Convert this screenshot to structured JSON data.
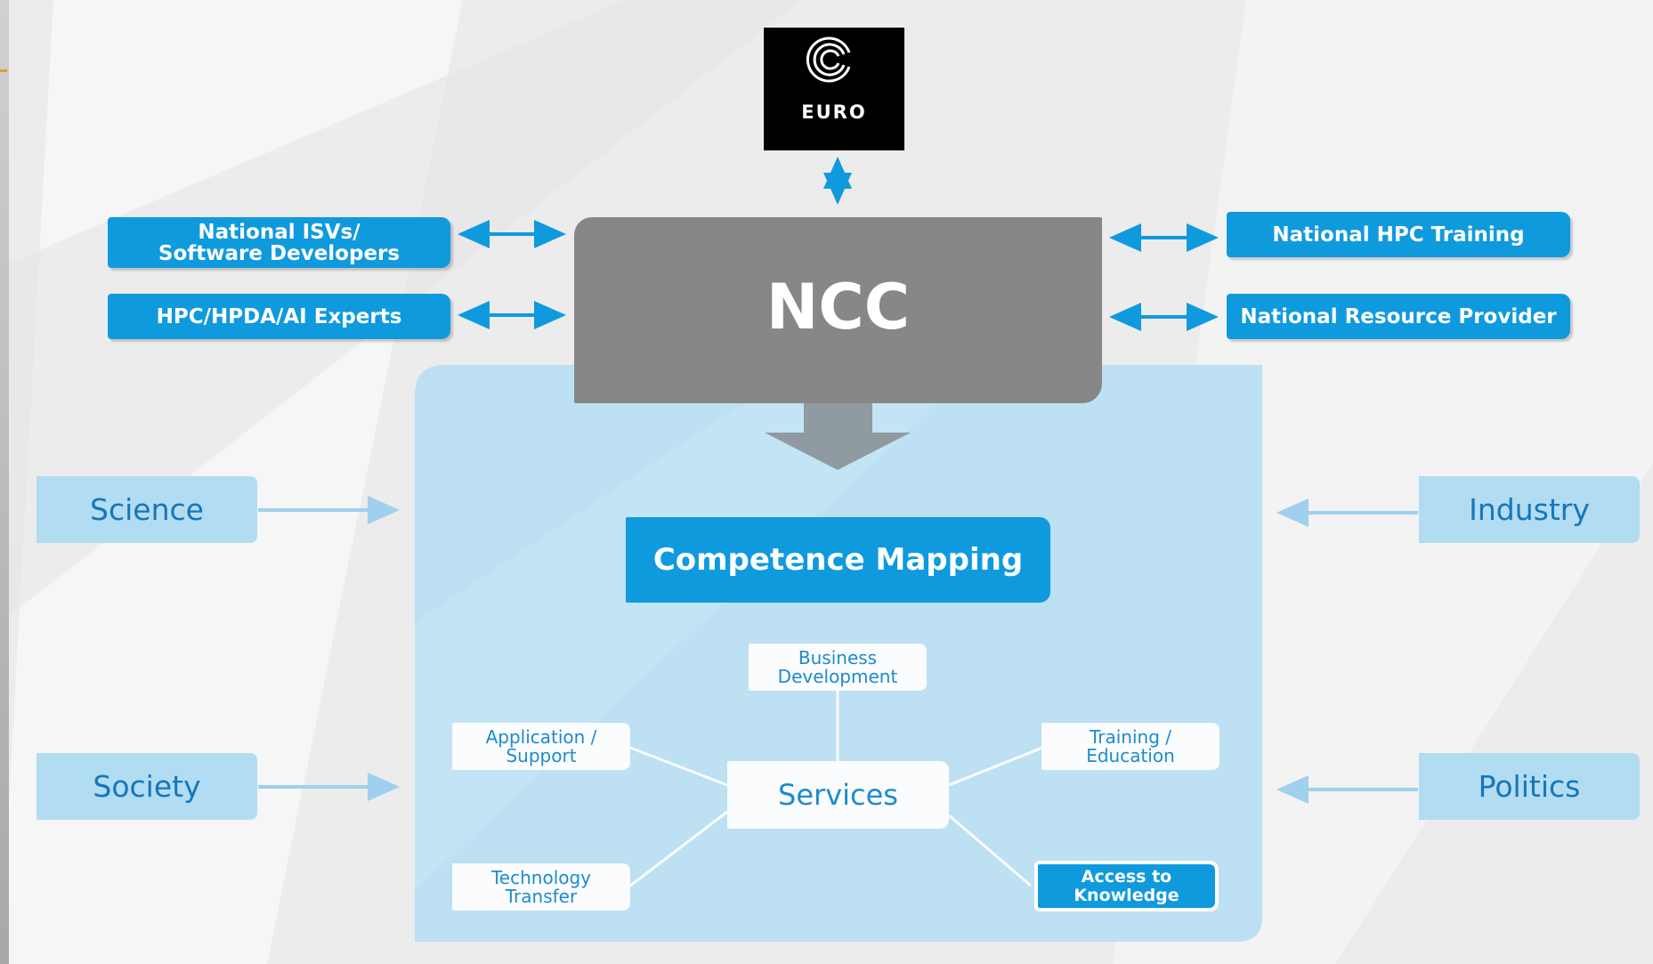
{
  "logo": {
    "text": "EURO"
  },
  "center": {
    "ncc": "NCC",
    "competence": "Competence Mapping",
    "services": "Services"
  },
  "left_top": [
    {
      "label": "National ISVs/\nSoftware Developers"
    },
    {
      "label": "HPC/HPDA/AI Experts"
    }
  ],
  "right_top": [
    {
      "label": "National HPC Training"
    },
    {
      "label": "National Resource Provider"
    }
  ],
  "left_side": [
    {
      "label": "Science"
    },
    {
      "label": "Society"
    }
  ],
  "right_side": [
    {
      "label": "Industry"
    },
    {
      "label": "Politics"
    }
  ],
  "service_nodes": {
    "business": "Business\nDevelopment",
    "application": "Application /\nSupport",
    "training": "Training /\nEducation",
    "technology": "Technology\nTransfer",
    "access": "Access to\nKnowledge"
  },
  "colors": {
    "primary_blue": "#0f9ade",
    "light_blue": "#b2dcf2",
    "region_blue": "#bde0f3",
    "gray": "#878787",
    "text_blue": "#1e8bcd"
  }
}
